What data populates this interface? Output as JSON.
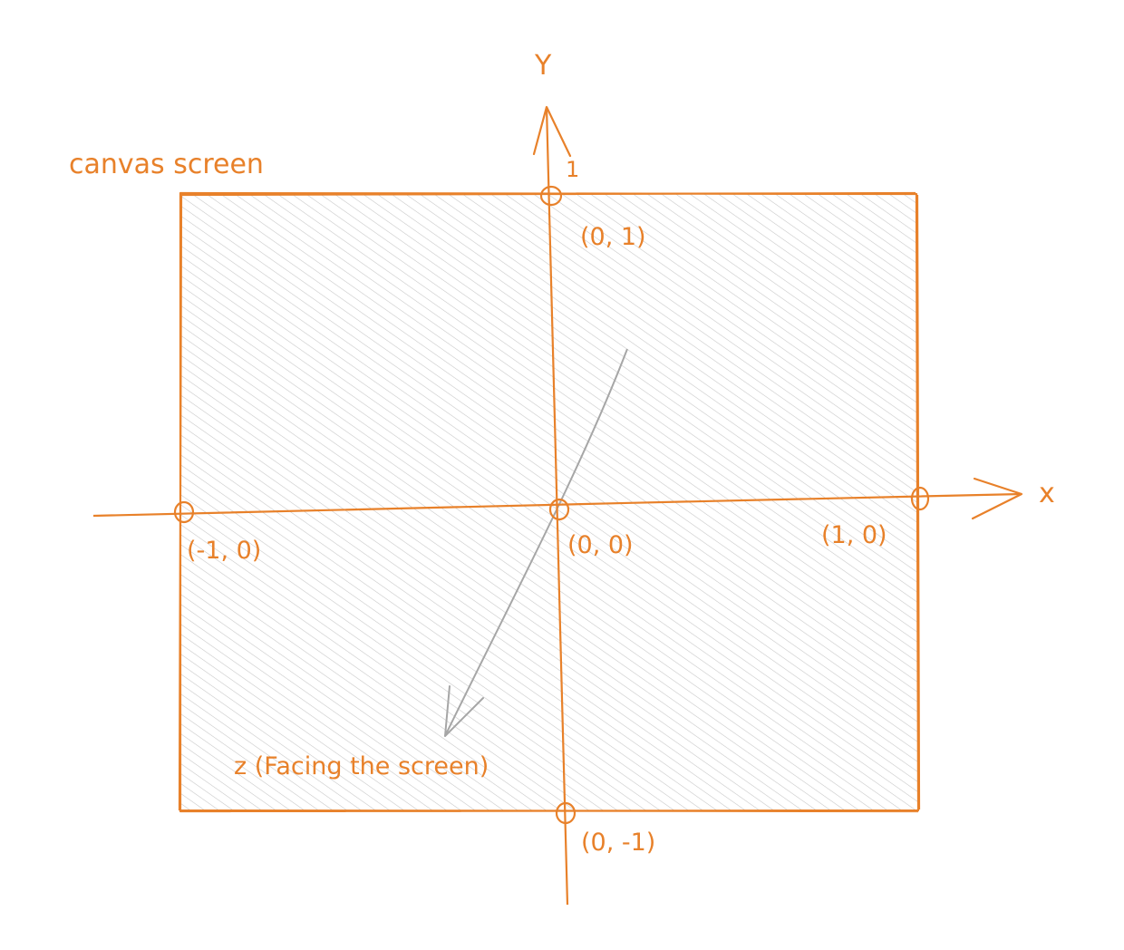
{
  "colors": {
    "accent": "#e8812a",
    "hatch": "#bdbdbd",
    "z_axis": "#a6a6a6",
    "background": "#ffffff"
  },
  "title": "canvas screen",
  "axes": {
    "y_label": "Y",
    "x_label": "x",
    "y_tick_label": "1",
    "z_label": "z (Facing the screen)"
  },
  "points": {
    "top": "(0, 1)",
    "origin": "(0, 0)",
    "left": "(-1, 0)",
    "right": "(1, 0)",
    "bottom": "(0, -1)"
  }
}
